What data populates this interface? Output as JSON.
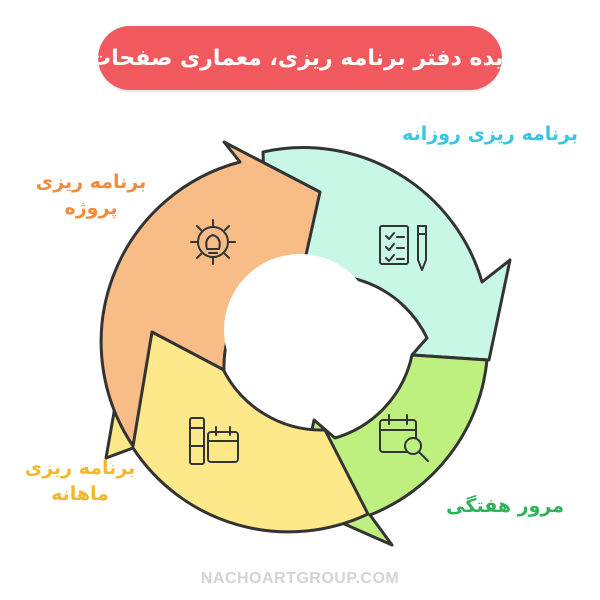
{
  "title": "ایده دفتر برنامه ریزی، معماری صفحات",
  "stages": {
    "daily": {
      "label": "برنامه ریزی روزانه",
      "icon": "checklist-pen-icon",
      "color": "#c9f7e6"
    },
    "weekly": {
      "label": "مرور هفتگی",
      "icon": "calendar-search-icon",
      "color": "#bdf07e"
    },
    "monthly": {
      "label_line1": "برنامه ریزی",
      "label_line2": "ماهانه",
      "icon": "notebook-calendar-icon",
      "color": "#fde98a"
    },
    "project": {
      "label_line1": "برنامه ریزی",
      "label_line2": "پروژه",
      "icon": "gear-bulb-icon",
      "color": "#f8bd86"
    }
  },
  "colors": {
    "title_bg": "#f05a5e",
    "daily_text": "#38c5e6",
    "weekly_text": "#2fb25a",
    "monthly_text": "#f3b72a",
    "project_text": "#f28b3c",
    "outline": "#333333"
  },
  "footer": "NACHOARTGROUP.COM"
}
